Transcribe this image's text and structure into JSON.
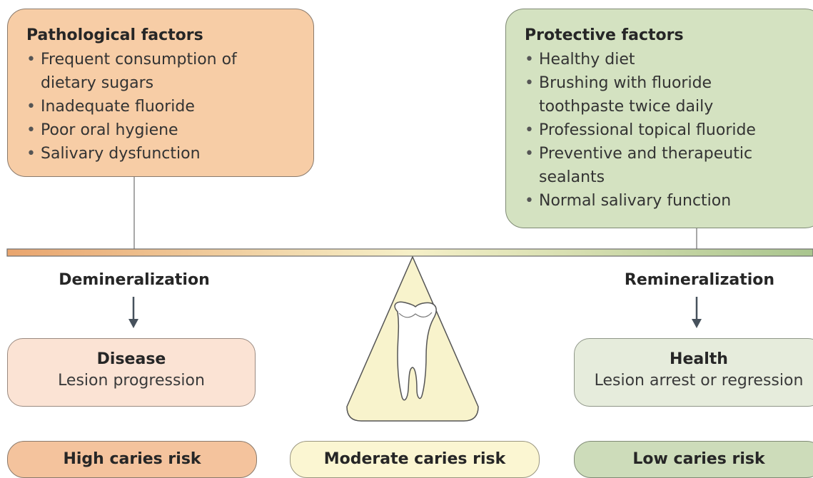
{
  "pathological": {
    "title": "Pathological factors",
    "items": [
      "Frequent consumption of dietary sugars",
      "Inadequate fluoride",
      "Poor oral hygiene",
      "Salivary dysfunction"
    ],
    "color": "#f7cda6"
  },
  "protective": {
    "title": "Protective factors",
    "items": [
      "Healthy diet",
      "Brushing with fluoride toothpaste twice daily",
      "Professional topical fluoride",
      "Preventive and therapeutic sealants",
      "Normal salivary function"
    ],
    "color": "#d4e2c1"
  },
  "process": {
    "left": "Demineralization",
    "right": "Remineralization"
  },
  "outcomes": {
    "disease": {
      "title": "Disease",
      "subtitle": "Lesion progression"
    },
    "health": {
      "title": "Health",
      "subtitle": "Lesion arrest or regression"
    }
  },
  "risk": {
    "high": "High caries risk",
    "moderate": "Moderate caries risk",
    "low": "Low caries risk"
  },
  "icons": [
    "tooth-icon",
    "arrow-down-icon"
  ]
}
